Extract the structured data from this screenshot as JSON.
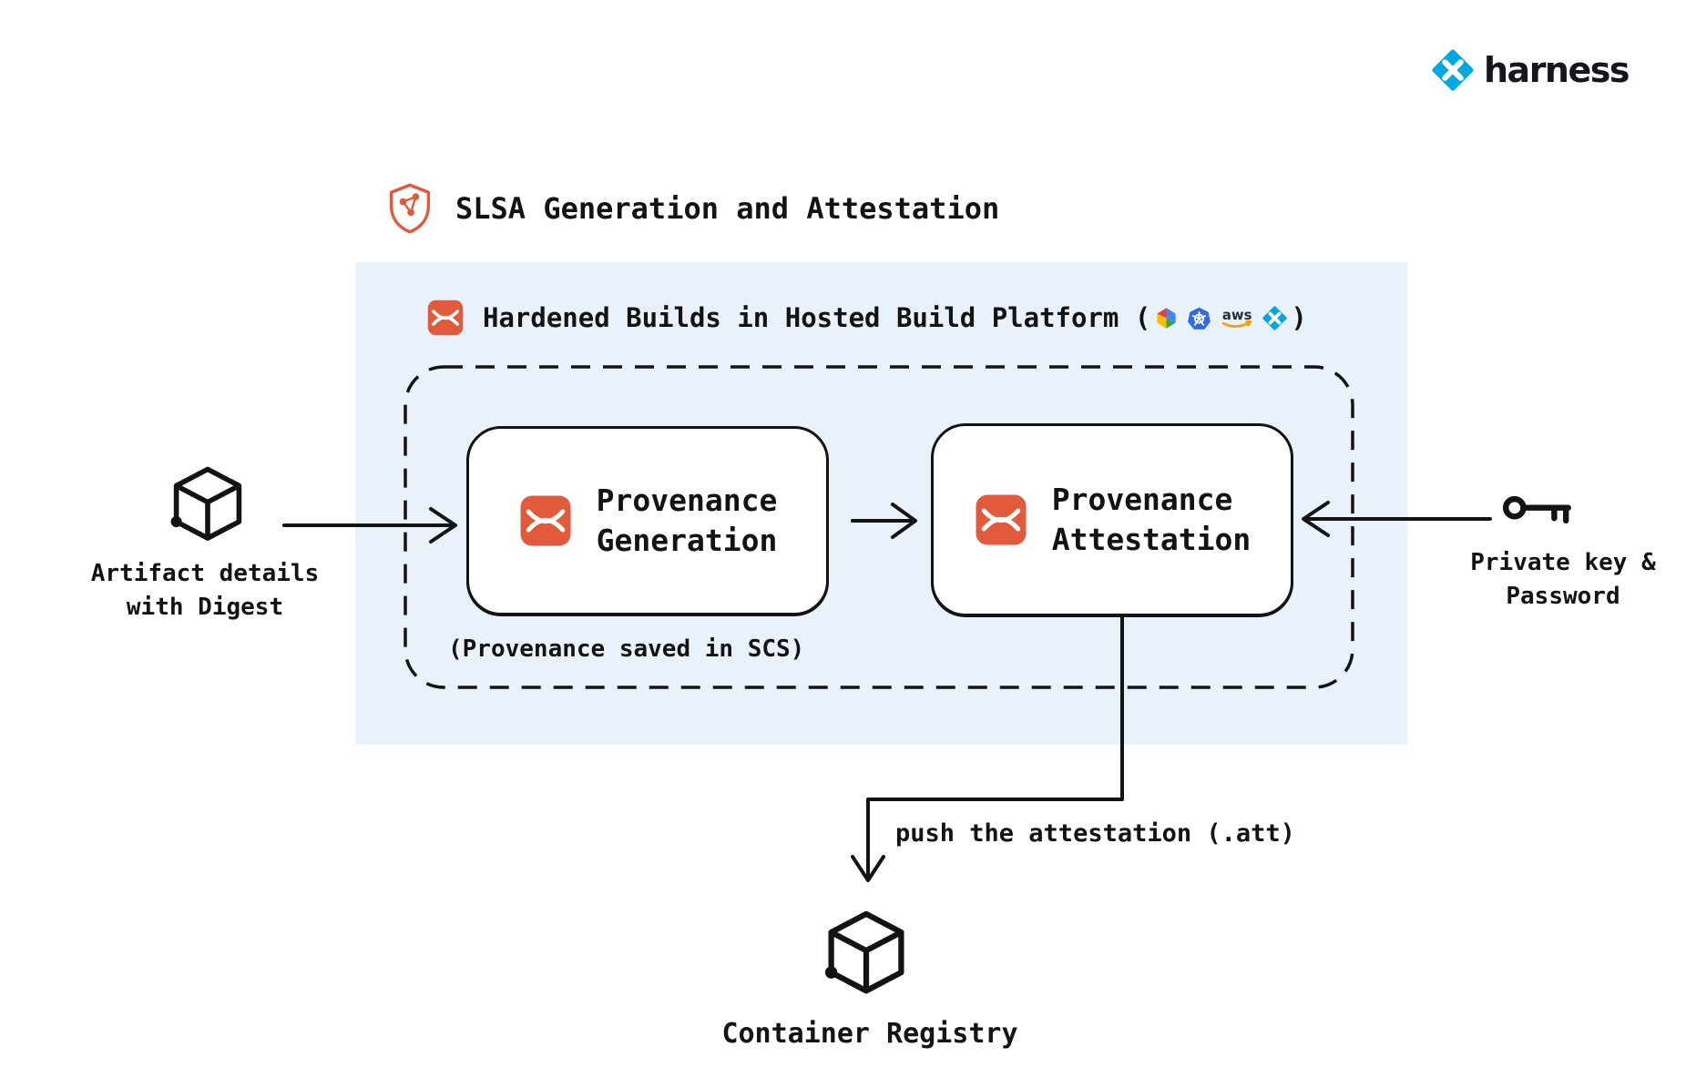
{
  "brand": {
    "logo_text": "harness",
    "logo_icon": "harness-logo-icon"
  },
  "title": {
    "text": "SLSA Generation and Attestation",
    "icon": "slsa-shield-icon"
  },
  "platform": {
    "header_prefix": "Hardened Builds in Hosted Build Platform (",
    "header_suffix": ")",
    "header_icon": "scs-module-icon",
    "provider_icons": [
      "gcp-icon",
      "kubernetes-icon",
      "aws-icon",
      "harness-icon"
    ],
    "note": "(Provenance saved in SCS)"
  },
  "nodes": {
    "generation_label": "Provenance\nGeneration",
    "attestation_label": "Provenance\nAttestation"
  },
  "inputs": {
    "artifact_label": "Artifact details\nwith Digest",
    "key_label": "Private key &\nPassword"
  },
  "output": {
    "push_label": "push the attestation (.att)",
    "registry_label": "Container Registry"
  },
  "colors": {
    "accent_orange": "#E25A3C",
    "harness_blue": "#00A7E1",
    "panel_blue": "#E9F2FB",
    "ink": "#131313"
  }
}
